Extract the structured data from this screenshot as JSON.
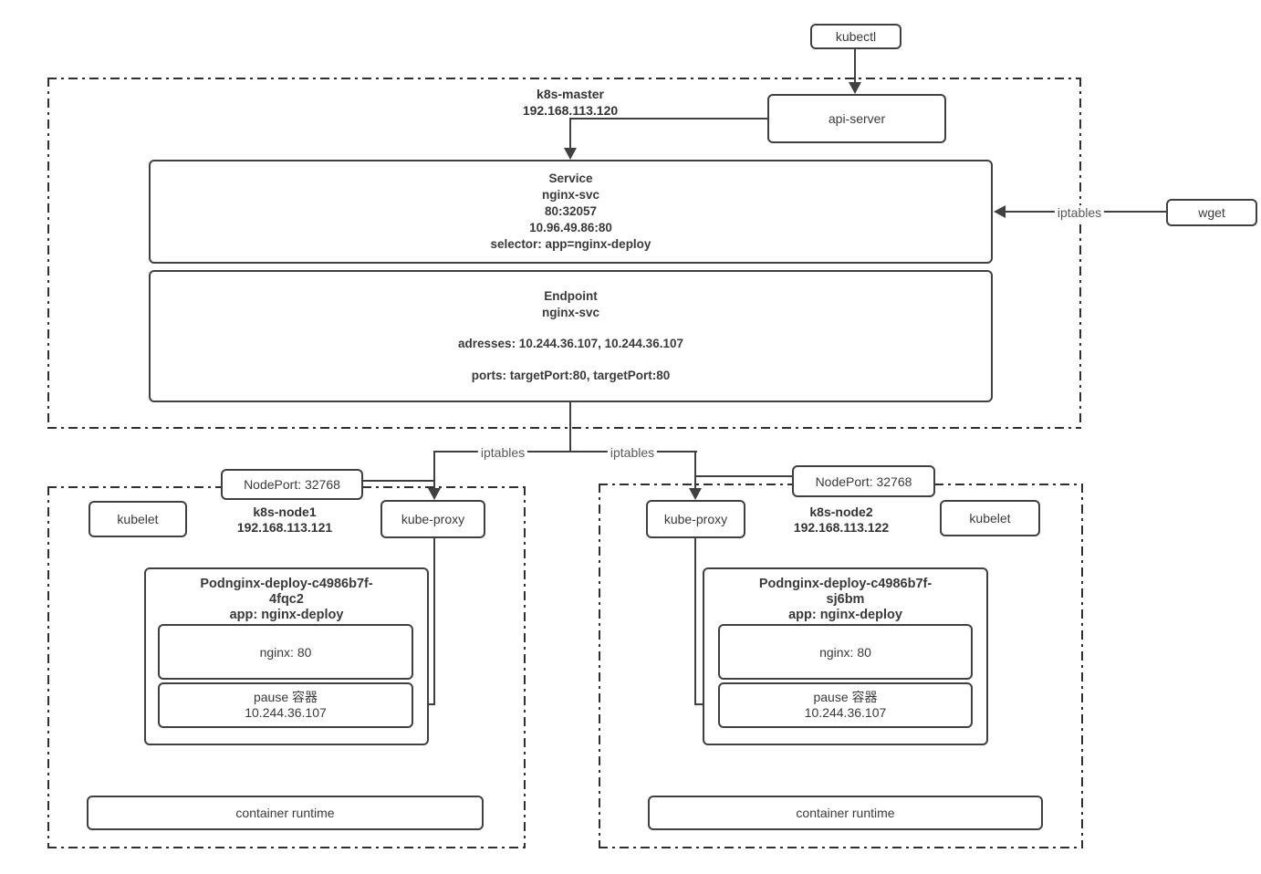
{
  "colors": {
    "line": "#404040",
    "text": "#333333",
    "muted_label": "#595959",
    "background": "#ffffff"
  },
  "external": {
    "kubectl_label": "kubectl",
    "wget_label": "wget"
  },
  "edge_labels": {
    "wget_arrow": "iptables",
    "branch_left": "iptables",
    "branch_right": "iptables"
  },
  "master": {
    "title": "k8s-master",
    "ip": "192.168.113.120",
    "api_server_label": "api-server",
    "service": {
      "title": "Service",
      "name": "nginx-svc",
      "node_port": "80:32057",
      "cluster_ip_port": "10.96.49.86:80",
      "selector": "selector: app=nginx-deploy"
    },
    "endpoint": {
      "title": "Endpoint",
      "name": "nginx-svc",
      "addresses": "adresses: 10.244.36.107, 10.244.36.107",
      "ports": "ports: targetPort:80, targetPort:80"
    }
  },
  "node1": {
    "title": "k8s-node1",
    "ip": "192.168.113.121",
    "nodeport_label": "NodePort: 32768",
    "kubelet_label": "kubelet",
    "kube_proxy_label": "kube-proxy",
    "pod": {
      "title_line1": "Podnginx-deploy-c4986b7f-",
      "title_line2": "4fqc2",
      "title_line3": "app: nginx-deploy",
      "nginx_container": "nginx: 80",
      "pause_label": "pause 容器",
      "pause_ip": "10.244.36.107"
    },
    "container_runtime_label": "container runtime"
  },
  "node2": {
    "title": "k8s-node2",
    "ip": "192.168.113.122",
    "nodeport_label": "NodePort: 32768",
    "kubelet_label": "kubelet",
    "kube_proxy_label": "kube-proxy",
    "pod": {
      "title_line1": "Podnginx-deploy-c4986b7f-",
      "title_line2": "sj6bm",
      "title_line3": "app: nginx-deploy",
      "nginx_container": "nginx: 80",
      "pause_label": "pause 容器",
      "pause_ip": "10.244.36.107"
    },
    "container_runtime_label": "container runtime"
  }
}
